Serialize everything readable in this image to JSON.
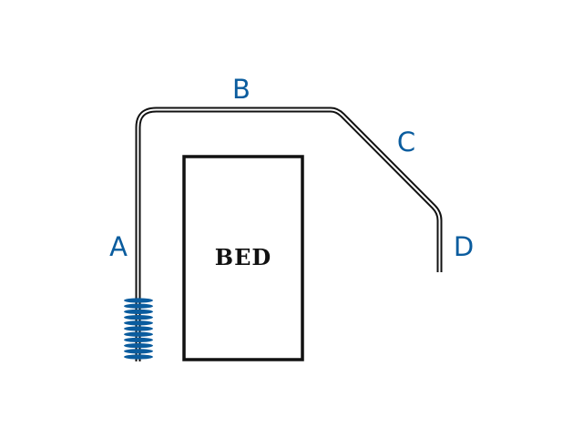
{
  "labels": {
    "a": "A",
    "b": "B",
    "c": "C",
    "d": "D",
    "bed": "BED"
  },
  "colors": {
    "label": "#0a5c9e",
    "coil": "#0a5c9e",
    "line": "#111111",
    "background": "#ffffff"
  }
}
